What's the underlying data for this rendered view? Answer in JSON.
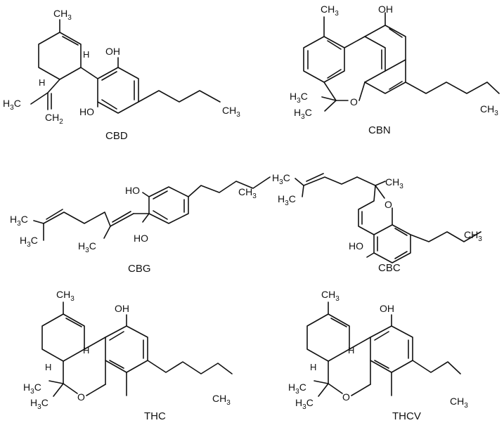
{
  "atoms": {
    "ch3": "CH",
    "h3c": "H",
    "ch2": "CH",
    "sub3": "3",
    "sub2": "2",
    "c": "C",
    "oh": "OH",
    "ho": "HO",
    "o": "O",
    "h": "H"
  },
  "molecules": [
    {
      "name": "CBD"
    },
    {
      "name": "CBN"
    },
    {
      "name": "CBG"
    },
    {
      "name": "CBC"
    },
    {
      "name": "THC"
    },
    {
      "name": "THCV"
    }
  ]
}
